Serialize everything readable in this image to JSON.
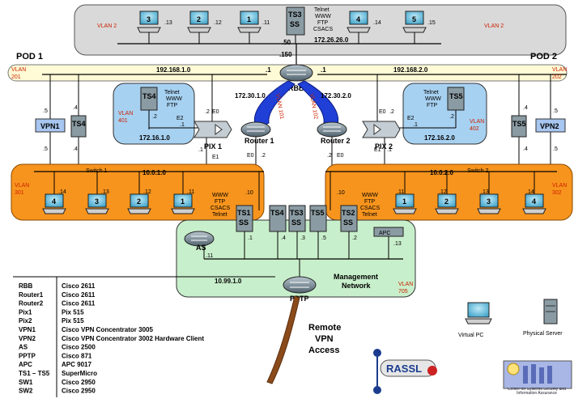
{
  "pods": {
    "left": "POD 1",
    "right": "POD 2"
  },
  "top_segment": {
    "vlan": "VLAN 2",
    "vlan_right": "VLAN 2",
    "network": "172.26.26.0",
    "pcs": [
      {
        "num": "3",
        "ip": ".13"
      },
      {
        "num": "2",
        "ip": ".12"
      },
      {
        "num": "1",
        "ip": ".11"
      },
      {
        "num": "4",
        "ip": ".14"
      },
      {
        "num": "5",
        "ip": ".15"
      }
    ],
    "server": {
      "name": "TS3",
      "sub": "SS",
      "services": [
        "Telnet",
        "WWW",
        "FTP",
        "CSACS"
      ],
      "ip": ".50"
    },
    "rbb_ip": ".150"
  },
  "backbone": {
    "vlan_left": "VLAN",
    "vlan_left_num": "201",
    "vlan_right": "VLAN",
    "vlan_right_num": "202",
    "net_left": "192.168.1.0",
    "net_right": "192.168.2.0",
    "ip_left": ".1",
    "ip_right": ".1",
    "rbb": "RBB"
  },
  "links": {
    "left_net": "172.30.1.0",
    "right_net": "172.30.2.0",
    "vlan_l": "VLAN 101",
    "vlan_r": "VLAN 102",
    "l_ip1": ".1",
    "l_ip2": ".2",
    "r_ip1": ".1",
    "r_ip2": ".2"
  },
  "dmz_left": {
    "server": "TS4",
    "services": [
      "Telnet",
      "WWW",
      "FTP"
    ],
    "vlan": "VLAN",
    "vlan_num": "401",
    "net": "172.16.1.0",
    "ip_srv": ".2",
    "ip_pix": ".1",
    "if": "E2"
  },
  "dmz_right": {
    "server": "TS5",
    "services": [
      "Telnet",
      "WWW",
      "FTP"
    ],
    "vlan": "VLAN",
    "vlan_num": "402",
    "net": "172.16.2.0",
    "ip_srv": ".2",
    "ip_pix": ".1",
    "if": "E2"
  },
  "pix1": {
    "name": "PIX 1",
    "e0": "E0",
    "e0ip": ".2",
    "e1": "E1",
    "e1ip": ".1"
  },
  "pix2": {
    "name": "PIX 2",
    "e0": "E0",
    "e0ip": ".2",
    "e1": "E1",
    "e1ip": ".1"
  },
  "router1": {
    "name": "Router 1",
    "e0": "E0",
    "e0ip": ".2"
  },
  "router2": {
    "name": "Router 2",
    "e0": "E0",
    "e0ip": ".2"
  },
  "vpn1": {
    "name": "VPN1",
    "ip_top": ".5",
    "ip_bot": ".5"
  },
  "vpn2": {
    "name": "VPN2",
    "ip_top": ".5",
    "ip_bot": ".5"
  },
  "ts4l": {
    "name": "TS4",
    "ip_top": ".4",
    "ip_bot": ".4"
  },
  "ts5r": {
    "name": "TS5",
    "ip_top": ".4",
    "ip_bot": ".4"
  },
  "switch1": {
    "name": "Switch 1",
    "net": "10.0.1.0",
    "vlan": "VLAN",
    "vlan_num": "301",
    "pcs": [
      {
        "num": "4",
        "ip": ".14"
      },
      {
        "num": "3",
        "ip": ".13"
      },
      {
        "num": "2",
        "ip": ".12"
      },
      {
        "num": "1",
        "ip": ".11"
      }
    ],
    "services": [
      "WWW",
      "FTP",
      "CSACS",
      "Telnet"
    ],
    "srv_ip": ".10"
  },
  "switch2": {
    "name": "Switch 2",
    "net": "10.0.2.0",
    "vlan": "VLAN",
    "vlan_num": "302",
    "pcs": [
      {
        "num": "1",
        "ip": ".11"
      },
      {
        "num": "2",
        "ip": ".12"
      },
      {
        "num": "3",
        "ip": ".13"
      },
      {
        "num": "4",
        "ip": ".14"
      }
    ],
    "services": [
      "WWW",
      "FTP",
      "CSACS",
      "Telnet"
    ],
    "srv_ip": ".10"
  },
  "mgmt": {
    "net": "10.99.1.0",
    "title1": "Management",
    "title2": "Network",
    "vlan": "VLAN",
    "vlan_num": "705",
    "as": {
      "name": "AS",
      "ip": ".11"
    },
    "servers": [
      {
        "name": "TS1",
        "sub": "SS",
        "ip": ".1"
      },
      {
        "name": "TS4",
        "sub": "",
        "ip": ".4"
      },
      {
        "name": "TS3",
        "sub": "SS",
        "ip": ".3"
      },
      {
        "name": "TS5",
        "sub": "",
        "ip": ".5"
      },
      {
        "name": "TS2",
        "sub": "SS",
        "ip": ".2"
      }
    ],
    "apc": {
      "name": "APC",
      "ip": ".13"
    },
    "pptp": "PPTP"
  },
  "remote": [
    "Remote",
    "VPN",
    "Access"
  ],
  "legend": [
    {
      "k": "RBB",
      "v": "Cisco 2611"
    },
    {
      "k": "Router1",
      "v": "Cisco 2611"
    },
    {
      "k": "Router2",
      "v": "Cisco 2611"
    },
    {
      "k": "Pix1",
      "v": "Pix 515"
    },
    {
      "k": "Pix2",
      "v": "Pix 515"
    },
    {
      "k": "VPN1",
      "v": "Cisco VPN Concentrator 3005"
    },
    {
      "k": "VPN2",
      "v": "Cisco VPN Concentrator 3002 Hardware Client"
    },
    {
      "k": "AS",
      "v": "Cisco 2500"
    },
    {
      "k": "PPTP",
      "v": "Cisco 871"
    },
    {
      "k": "APC",
      "v": "APC 9017"
    },
    {
      "k": "TS1 – TS5",
      "v": "SuperMicro"
    },
    {
      "k": "SW1",
      "v": "Cisco 2950"
    },
    {
      "k": "SW2",
      "v": "Cisco 2950"
    }
  ],
  "key": {
    "virtual": "Virtual PC",
    "physical": "Physical Server"
  },
  "logos": {
    "rassl": "RASSL",
    "center": "Center for Systems Security and Information Assurance"
  }
}
